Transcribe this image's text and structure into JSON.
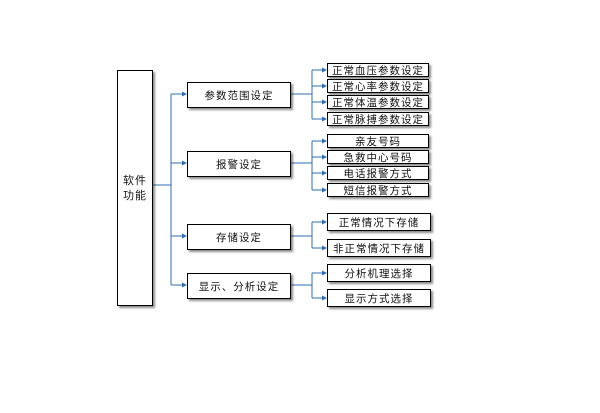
{
  "root": {
    "line1": "软件",
    "line2": "功能"
  },
  "groups": [
    {
      "label": "参数范围设定",
      "children": [
        "正常血压参数设定",
        "正常心率参数设定",
        "正常体温参数设定",
        "正常脉搏参数设定"
      ]
    },
    {
      "label": "报警设定",
      "children": [
        "亲友号码",
        "急救中心号码",
        "电话报警方式",
        "短信报警方式"
      ]
    },
    {
      "label": "存储设定",
      "children": [
        "正常情况下存储",
        "非正常情况下存储"
      ]
    },
    {
      "label": "显示、分析设定",
      "children": [
        "分析机理选择",
        "显示方式选择"
      ]
    }
  ],
  "colors": {
    "connector": "#2f6fb3",
    "border": "#000000"
  }
}
